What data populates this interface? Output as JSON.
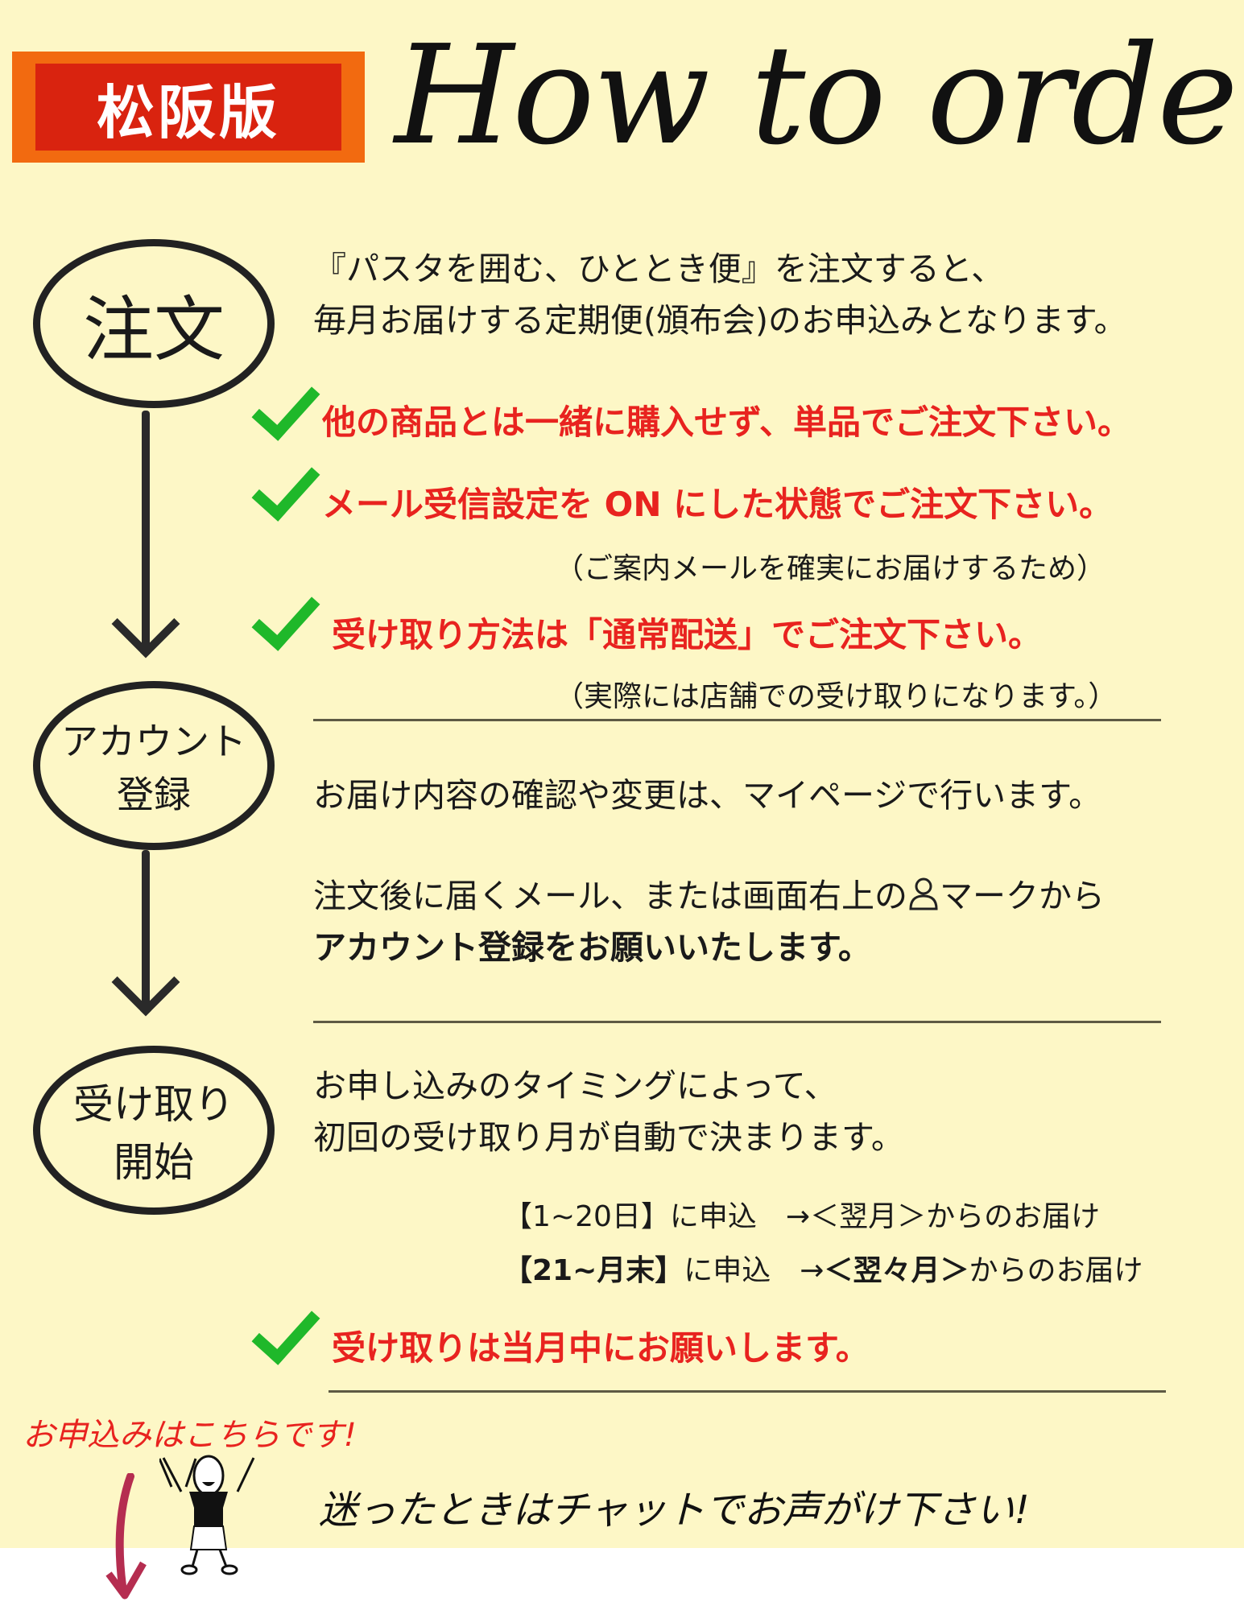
{
  "badge": "松阪版",
  "title": "How to order",
  "steps": [
    {
      "label": "注文"
    },
    {
      "label_line1": "アカウント",
      "label_line2": "登録"
    },
    {
      "label_line1": "受け取り",
      "label_line2": "開始"
    }
  ],
  "order": {
    "intro_line1": "『パスタを囲む、ひととき便』を注文すると、",
    "intro_line2": "毎月お届けする定期便(頒布会)のお申込みとなります。",
    "check1": "他の商品とは一緒に購入せず、単品でご注文下さい。",
    "check2": "メール受信設定を ON にした状態でご注文下さい。",
    "check2_note": "（ご案内メールを確実にお届けするため）",
    "check3": "受け取り方法は「通常配送」でご注文下さい。",
    "check3_note": "（実際には店舗での受け取りになります。）"
  },
  "account": {
    "line1": "お届け内容の確認や変更は、マイページで行います。",
    "line2_a": "注文後に届くメール、または画面右上の",
    "line2_b": "マークから",
    "line3": "アカウント登録をお願いいたします。"
  },
  "start": {
    "line1": "お申し込みのタイミングによって、",
    "line2": "初回の受け取り月が自動で決まります。",
    "schedule": [
      {
        "period": "【1~20日】",
        "apply": "に申込　→",
        "month": "＜翌月＞",
        "tail": "からのお届け"
      },
      {
        "period": "【21~月末】",
        "apply": "に申込　→",
        "month": "＜翌々月＞",
        "tail": "からのお届け"
      }
    ],
    "check": "受け取りは当月中にお願いします。"
  },
  "footer": {
    "apply_here": "お申込みはこちらです!",
    "chat": "迷ったときはチャットでお声がけ下さい!"
  }
}
